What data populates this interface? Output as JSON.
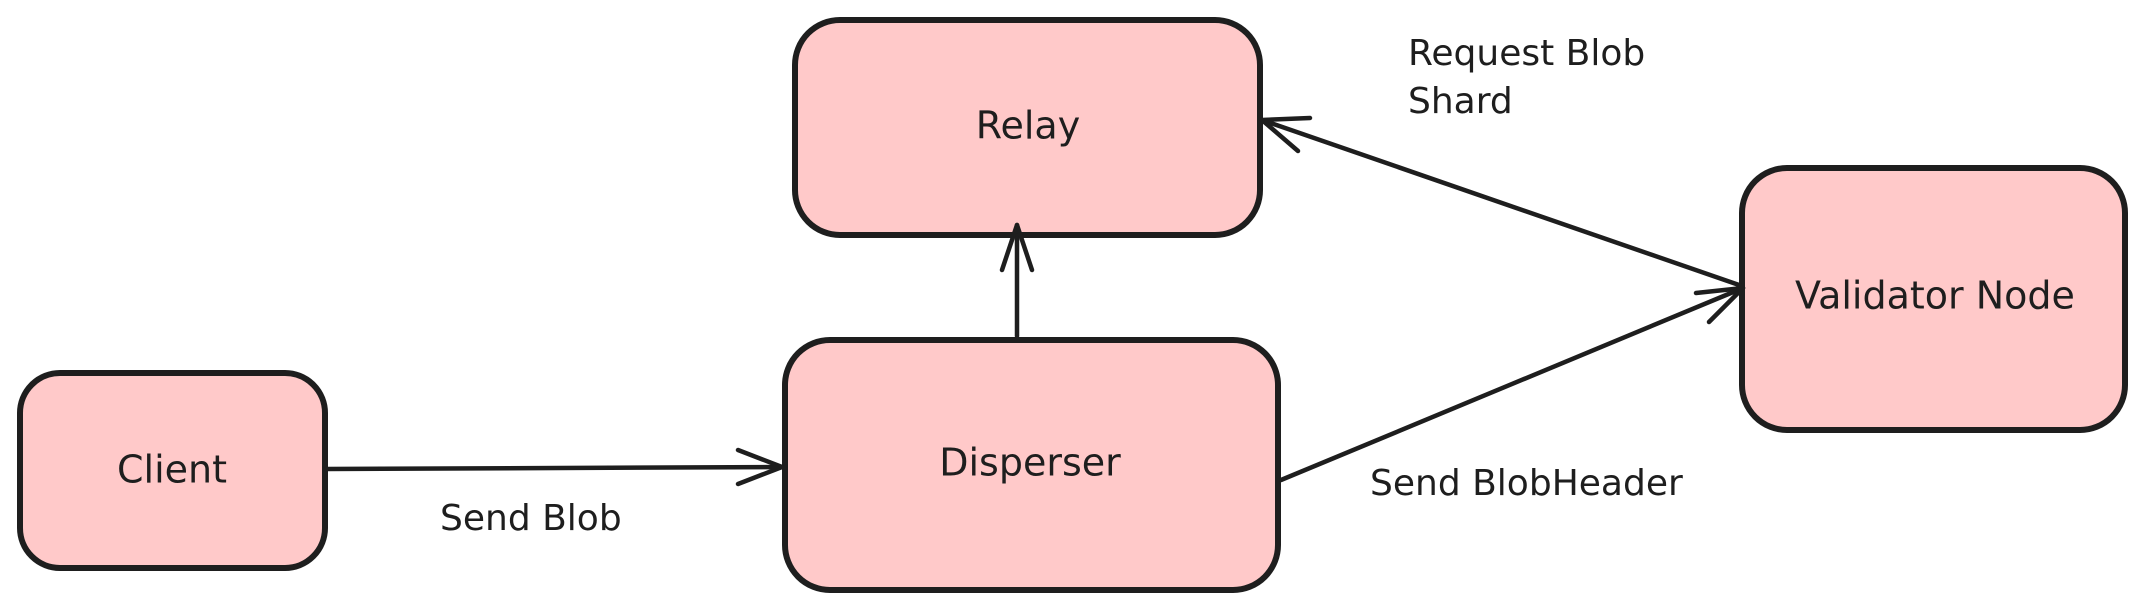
{
  "nodes": {
    "relay": "Relay",
    "client": "Client",
    "disperser": "Disperser",
    "validator": "Validator Node"
  },
  "edges": {
    "send_blob": "Send Blob",
    "send_blob_header": "Send BlobHeader",
    "request_line1": "Request Blob",
    "request_line2": "Shard"
  },
  "colors": {
    "node_fill": "#ffc9c9",
    "stroke": "#1e1e1e"
  }
}
